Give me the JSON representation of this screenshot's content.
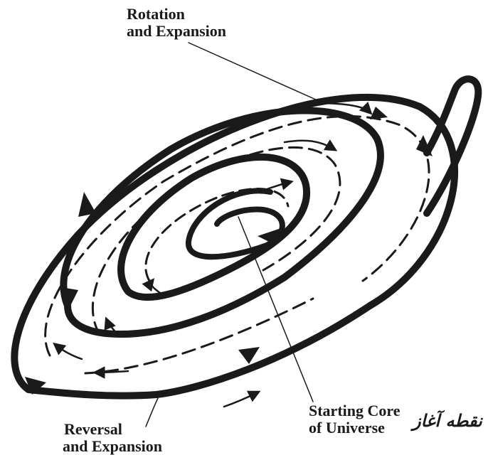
{
  "labels": {
    "rotation_line1": "Rotation",
    "rotation_line2": "and Expansion",
    "reversal_line1": "Reversal",
    "reversal_line2": "and Expansion",
    "core_line1": "Starting Core",
    "core_line2": "of Universe",
    "watermark": "نقطه آغاز"
  },
  "colors": {
    "ink": "#1a1a1a",
    "background": "#ffffff"
  }
}
